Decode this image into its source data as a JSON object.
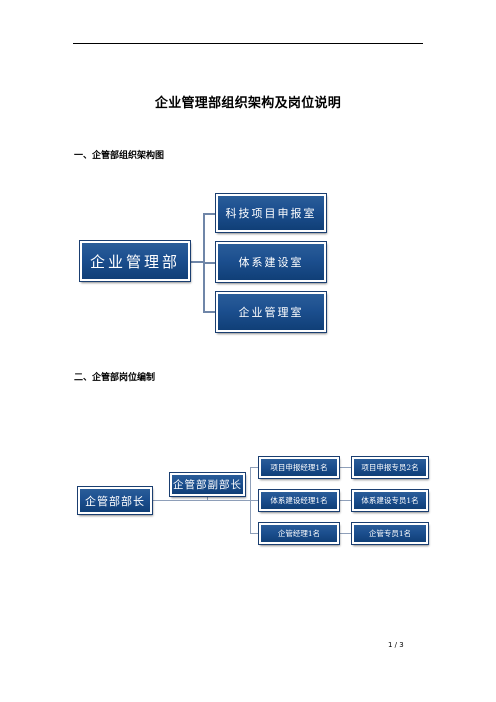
{
  "document": {
    "title": "企业管理部组织架构及岗位说明",
    "page_number": "1 / 3"
  },
  "section1": {
    "heading": "一、企管部组织架构图",
    "org_chart": {
      "root": "企业管理部",
      "children": [
        "科技项目申报室",
        "体系建设室",
        "企业管理室"
      ]
    }
  },
  "section2": {
    "heading": "二、企管部岗位编制",
    "staffing_chart": {
      "head": "企管部部长",
      "deputy": "企管部副部长",
      "rows": [
        {
          "manager": "项目申报经理1名",
          "staff": "项目申报专员2名"
        },
        {
          "manager": "体系建设经理1名",
          "staff": "体系建设专员1名"
        },
        {
          "manager": "企管经理1名",
          "staff": "企管专员1名"
        }
      ]
    }
  },
  "colors": {
    "box_fill": "#1c4f8f",
    "box_text": "#ffffff",
    "connector": "#6f86a8"
  }
}
